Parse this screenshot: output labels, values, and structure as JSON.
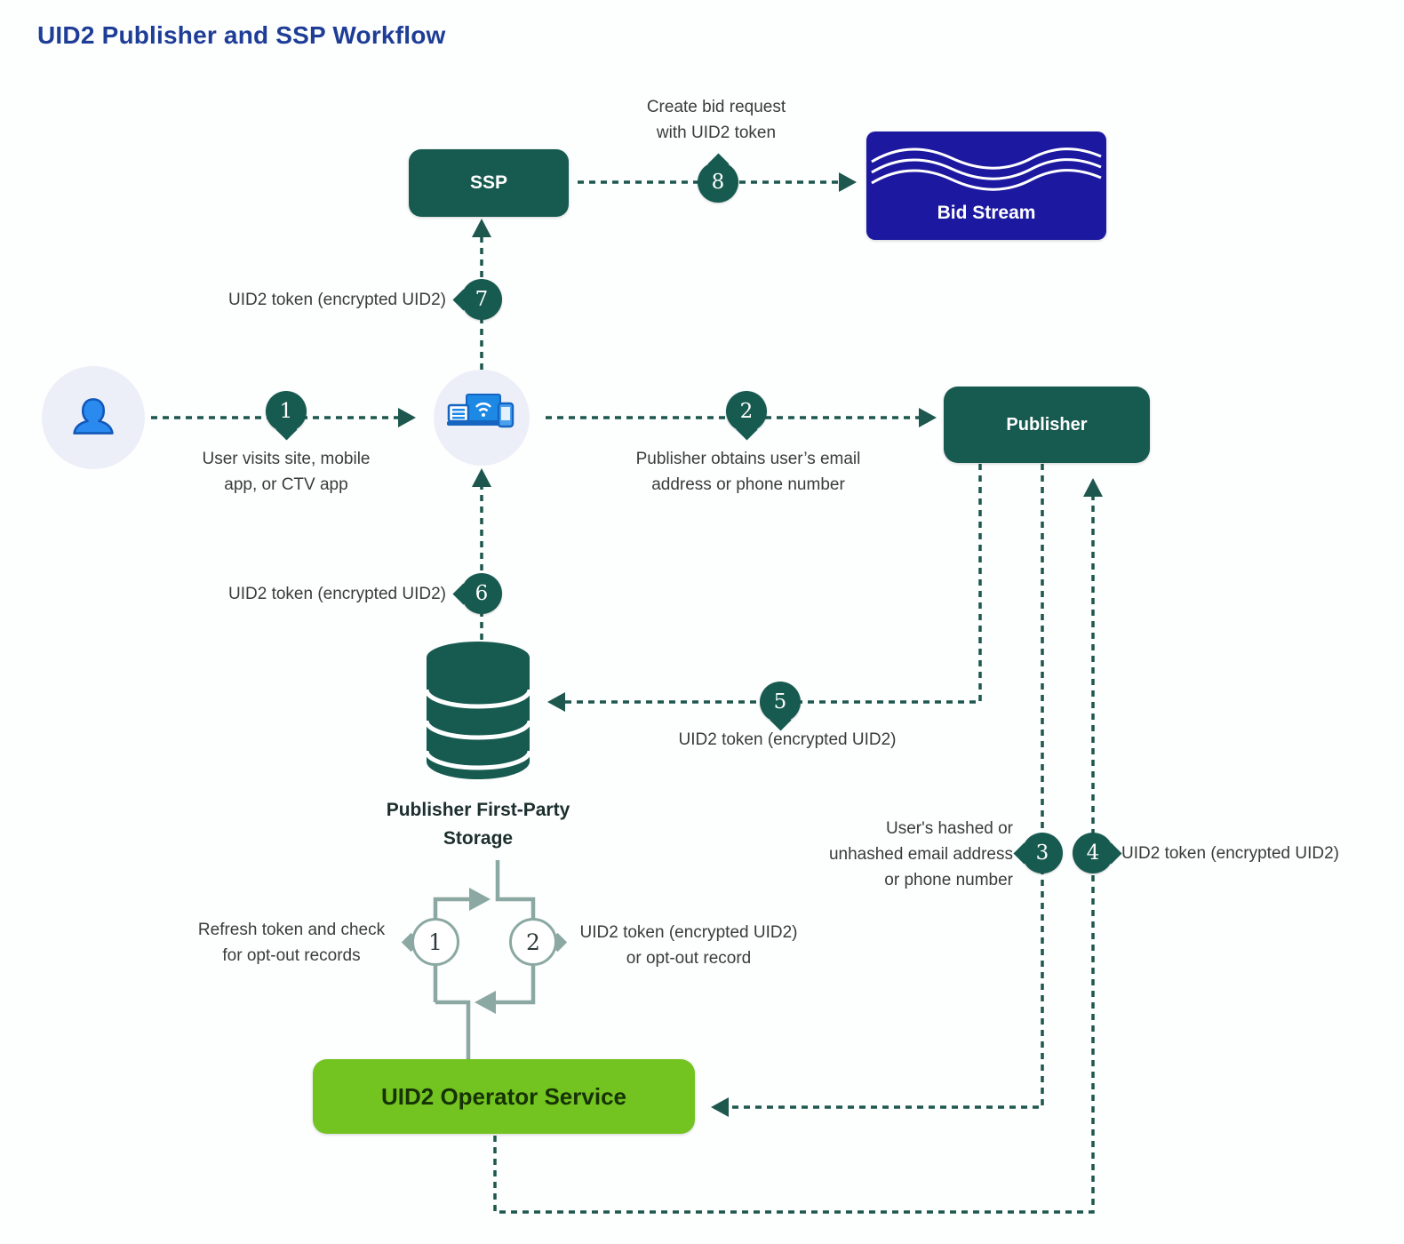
{
  "title": "UID2 Publisher and SSP Workflow",
  "colors": {
    "teal": "#175a50",
    "navy_blue": "#1c19a0",
    "operator_green": "#74c421",
    "sage": "#8ba8a2",
    "title_blue": "#1e3d96",
    "icon_blue": "#1e88e5"
  },
  "nodes": {
    "ssp": "SSP",
    "bid_stream": "Bid Stream",
    "publisher": "Publisher",
    "operator_service": "UID2 Operator Service"
  },
  "storage": {
    "line1": "Publisher First-Party",
    "line2": "Storage"
  },
  "badges": {
    "b1": "1",
    "b2": "2",
    "b3": "3",
    "b4": "4",
    "b5": "5",
    "b6": "6",
    "b7": "7",
    "b8": "8"
  },
  "loop": {
    "c1": "1",
    "c2": "2"
  },
  "labels": {
    "create_bid": [
      "Create bid request",
      "with UID2 token"
    ],
    "user_visits": [
      "User visits site, mobile",
      "app, or CTV app"
    ],
    "pub_obtains": [
      "Publisher obtains user’s email",
      "address or phone number"
    ],
    "token7": "UID2 token (encrypted UID2)",
    "token6": "UID2 token (encrypted UID2)",
    "token5": "UID2 token (encrypted UID2)",
    "token4": "UID2 token (encrypted UID2)",
    "hashed": [
      "User's hashed or",
      "unhashed email address",
      "or phone number"
    ],
    "refresh": [
      "Refresh token and check",
      "for opt-out records"
    ],
    "token_optout": [
      "UID2 token (encrypted UID2)",
      "or opt-out record"
    ]
  }
}
